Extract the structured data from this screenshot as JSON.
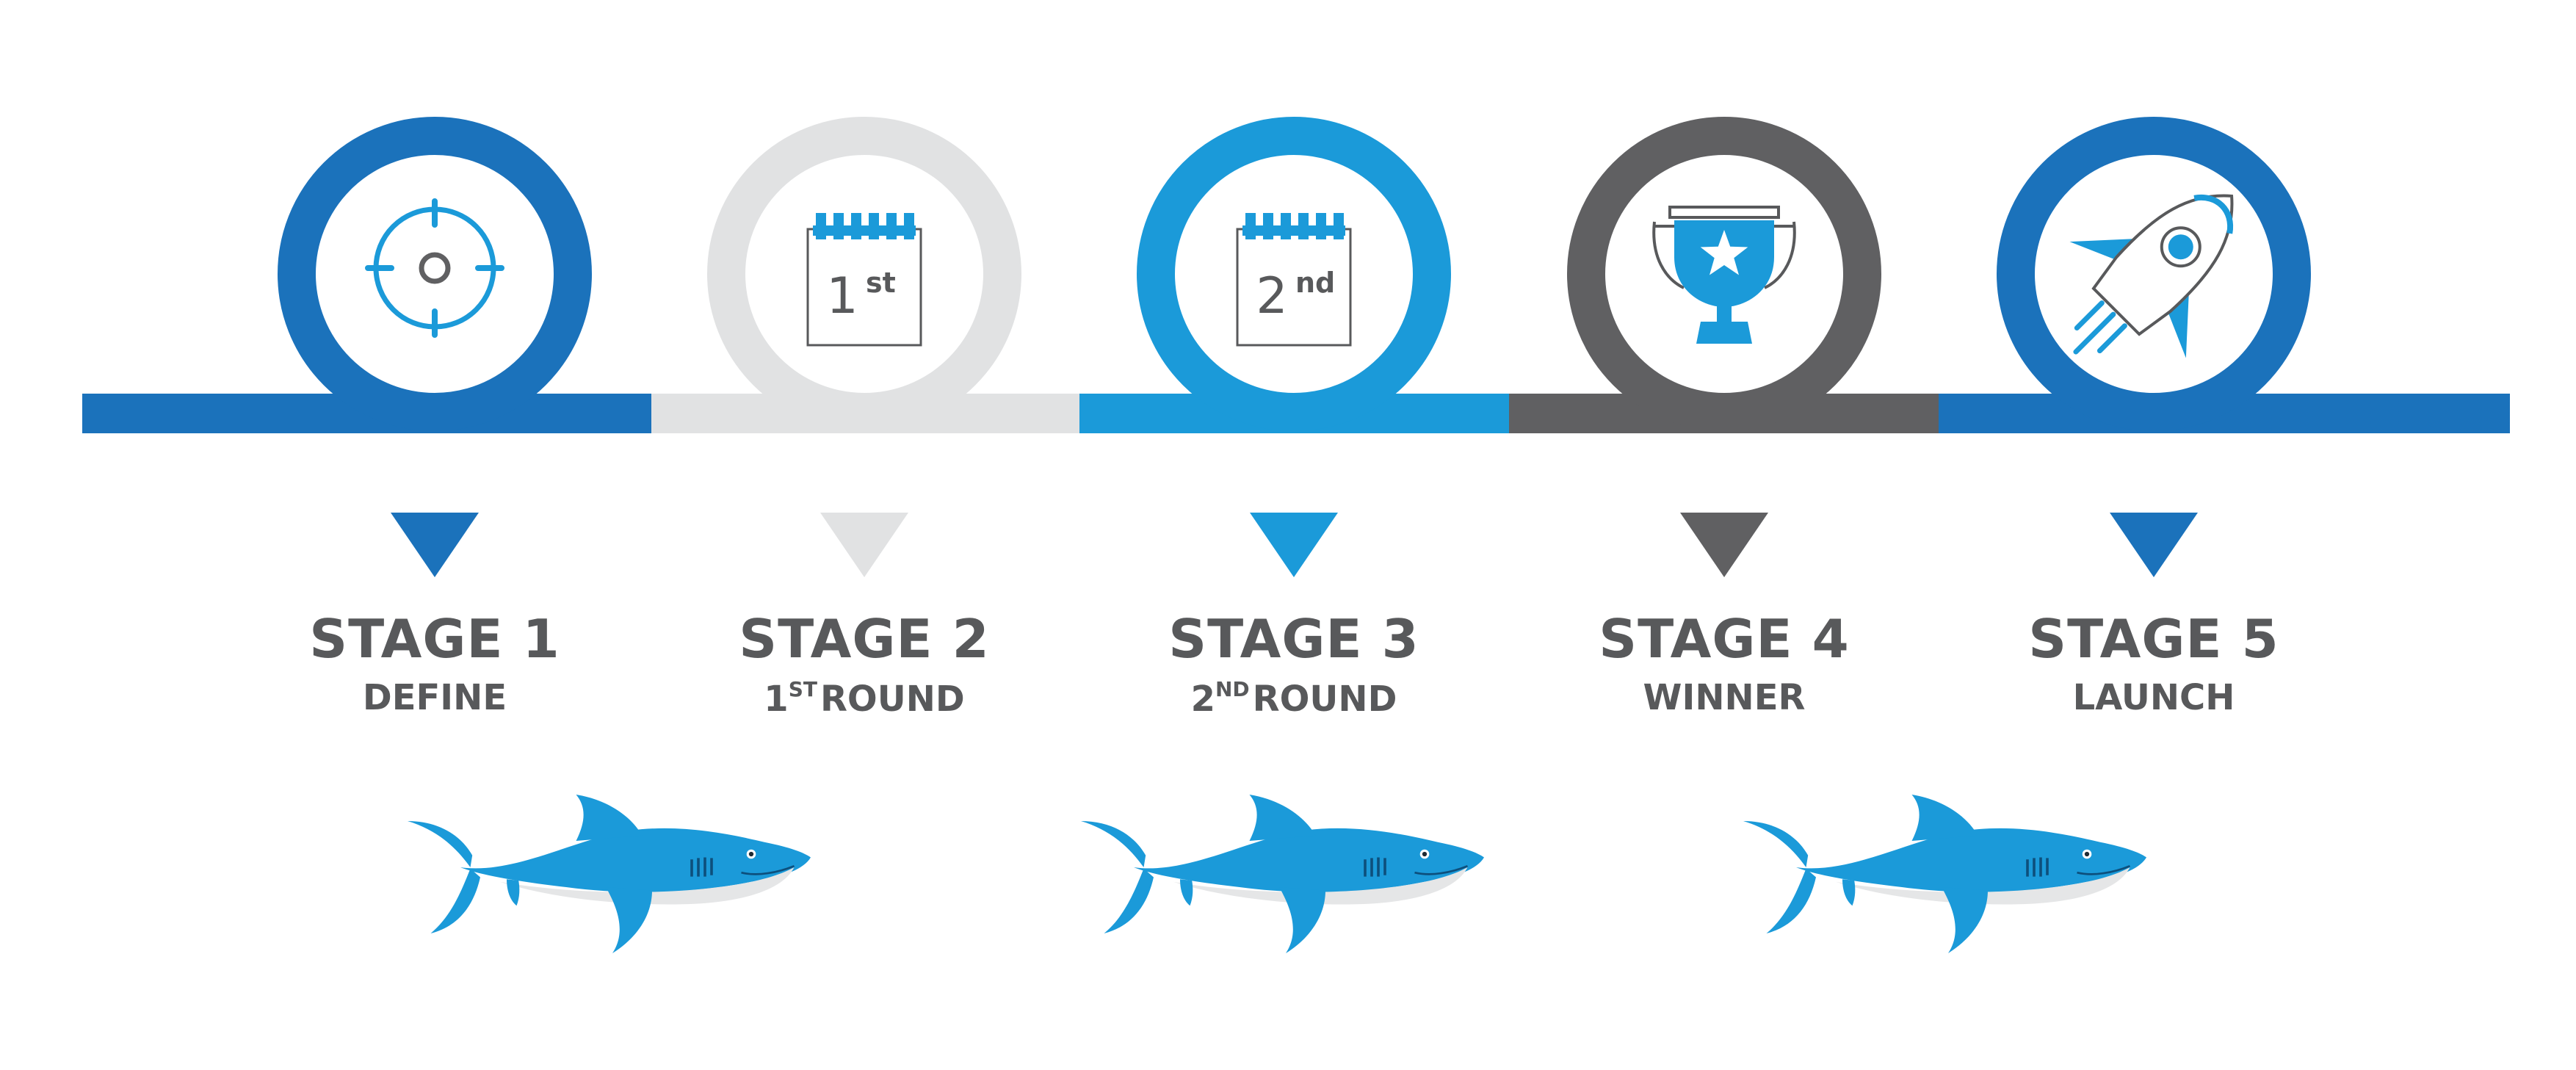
{
  "colors": {
    "dark_blue": "#1b72bb",
    "light_grey": "#e1e2e3",
    "bright_blue": "#1b9ad9",
    "dark_grey": "#606062",
    "text_grey": "#58595b",
    "shark_belly": "#e5e6e7"
  },
  "stages": [
    {
      "title": "STAGE 1",
      "sub_main": "DEFINE",
      "sub_sup": "",
      "sub_after": "",
      "icon": "target-icon",
      "color": "#1b72bb"
    },
    {
      "title": "STAGE 2",
      "sub_main": "1",
      "sub_sup": "ST",
      "sub_after": "ROUND",
      "icon": "calendar-icon",
      "cal_num": "1",
      "cal_sup": "st",
      "color": "#e1e2e3"
    },
    {
      "title": "STAGE 3",
      "sub_main": "2",
      "sub_sup": "ND",
      "sub_after": "ROUND",
      "icon": "calendar-icon",
      "cal_num": "2",
      "cal_sup": "nd",
      "color": "#1b9ad9"
    },
    {
      "title": "STAGE 4",
      "sub_main": "WINNER",
      "sub_sup": "",
      "sub_after": "",
      "icon": "trophy-icon",
      "color": "#606062"
    },
    {
      "title": "STAGE 5",
      "sub_main": "LAUNCH",
      "sub_sup": "",
      "sub_after": "",
      "icon": "rocket-icon",
      "color": "#1b72bb"
    }
  ],
  "sharks": [
    {
      "icon": "shark-icon"
    },
    {
      "icon": "shark-icon"
    },
    {
      "icon": "shark-icon"
    }
  ]
}
